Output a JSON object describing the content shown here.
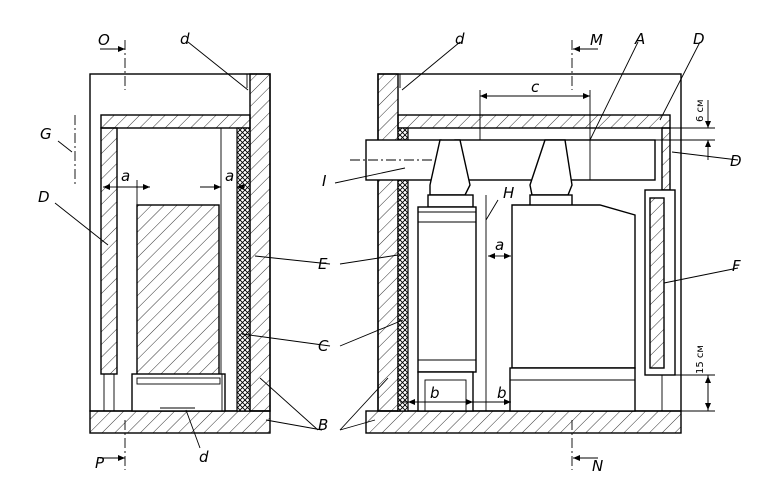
{
  "labels": {
    "O": "O",
    "M": "M",
    "P": "P",
    "N": "N",
    "A": "A",
    "B": "B",
    "C": "C",
    "D": "D",
    "E": "E",
    "F": "F",
    "G": "G",
    "H": "H",
    "I": "I",
    "a": "a",
    "b": "b",
    "c": "c",
    "d": "d"
  },
  "dimensions": {
    "top_gap": "6 см",
    "bottom_gap": "15 см"
  }
}
